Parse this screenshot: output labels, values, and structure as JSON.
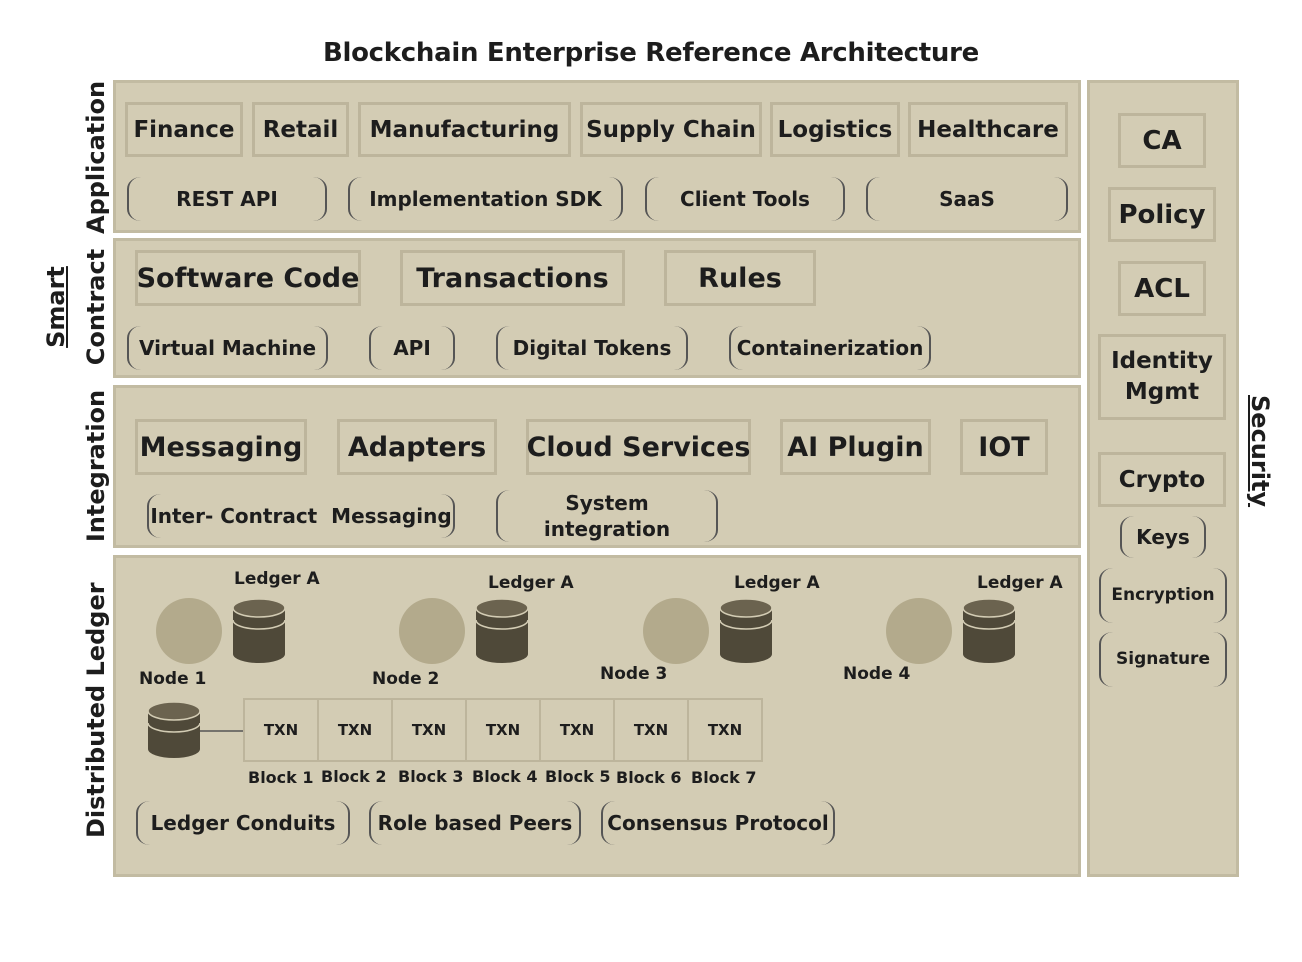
{
  "title": "Blockchain Enterprise Reference Architecture",
  "colors": {
    "panel": "#d3ccb4",
    "border": "#bdb59c",
    "node": "#b3aa8c",
    "cylinder": "#4f4939"
  },
  "layers": {
    "application": {
      "label": "Application",
      "boxes": [
        "Finance",
        "Retail",
        "Manufacturing",
        "Supply Chain",
        "Logistics",
        "Healthcare"
      ],
      "brackets": [
        "REST API",
        "Implementation SDK",
        "Client Tools",
        "SaaS"
      ]
    },
    "smart_contract": {
      "label_line1": "Smart",
      "label_line2": "Contract",
      "boxes": [
        "Software Code",
        "Transactions",
        "Rules"
      ],
      "brackets": [
        "Virtual Machine",
        "API",
        "Digital Tokens",
        "Containerization"
      ]
    },
    "integration": {
      "label": "Integration",
      "boxes": [
        "Messaging",
        "Adapters",
        "Cloud Services",
        "AI Plugin",
        "IOT"
      ],
      "brackets": [
        "Inter- Contract  Messaging",
        "System",
        "integration"
      ]
    },
    "distributed_ledger": {
      "label": "Distributed Ledger",
      "ledger_labels": [
        "Ledger A",
        "Ledger A",
        "Ledger A",
        "Ledger A"
      ],
      "nodes": [
        "Node 1",
        "Node 2",
        "Node 3",
        "Node 4"
      ],
      "txn": [
        "TXN",
        "TXN",
        "TXN",
        "TXN",
        "TXN",
        "TXN",
        "TXN"
      ],
      "blocks": [
        "Block 1",
        "Block 2",
        "Block 3",
        "Block 4",
        "Block 5",
        "Block 6",
        "Block 7"
      ],
      "brackets": [
        "Ledger Conduits",
        "Role based Peers",
        "Consensus Protocol"
      ]
    }
  },
  "security": {
    "label": "Security",
    "boxes": [
      "CA",
      "Policy",
      "ACL",
      "Identity",
      "Mgmt",
      "Crypto"
    ],
    "brackets": [
      "Keys",
      "Encryption",
      "Signature"
    ]
  }
}
